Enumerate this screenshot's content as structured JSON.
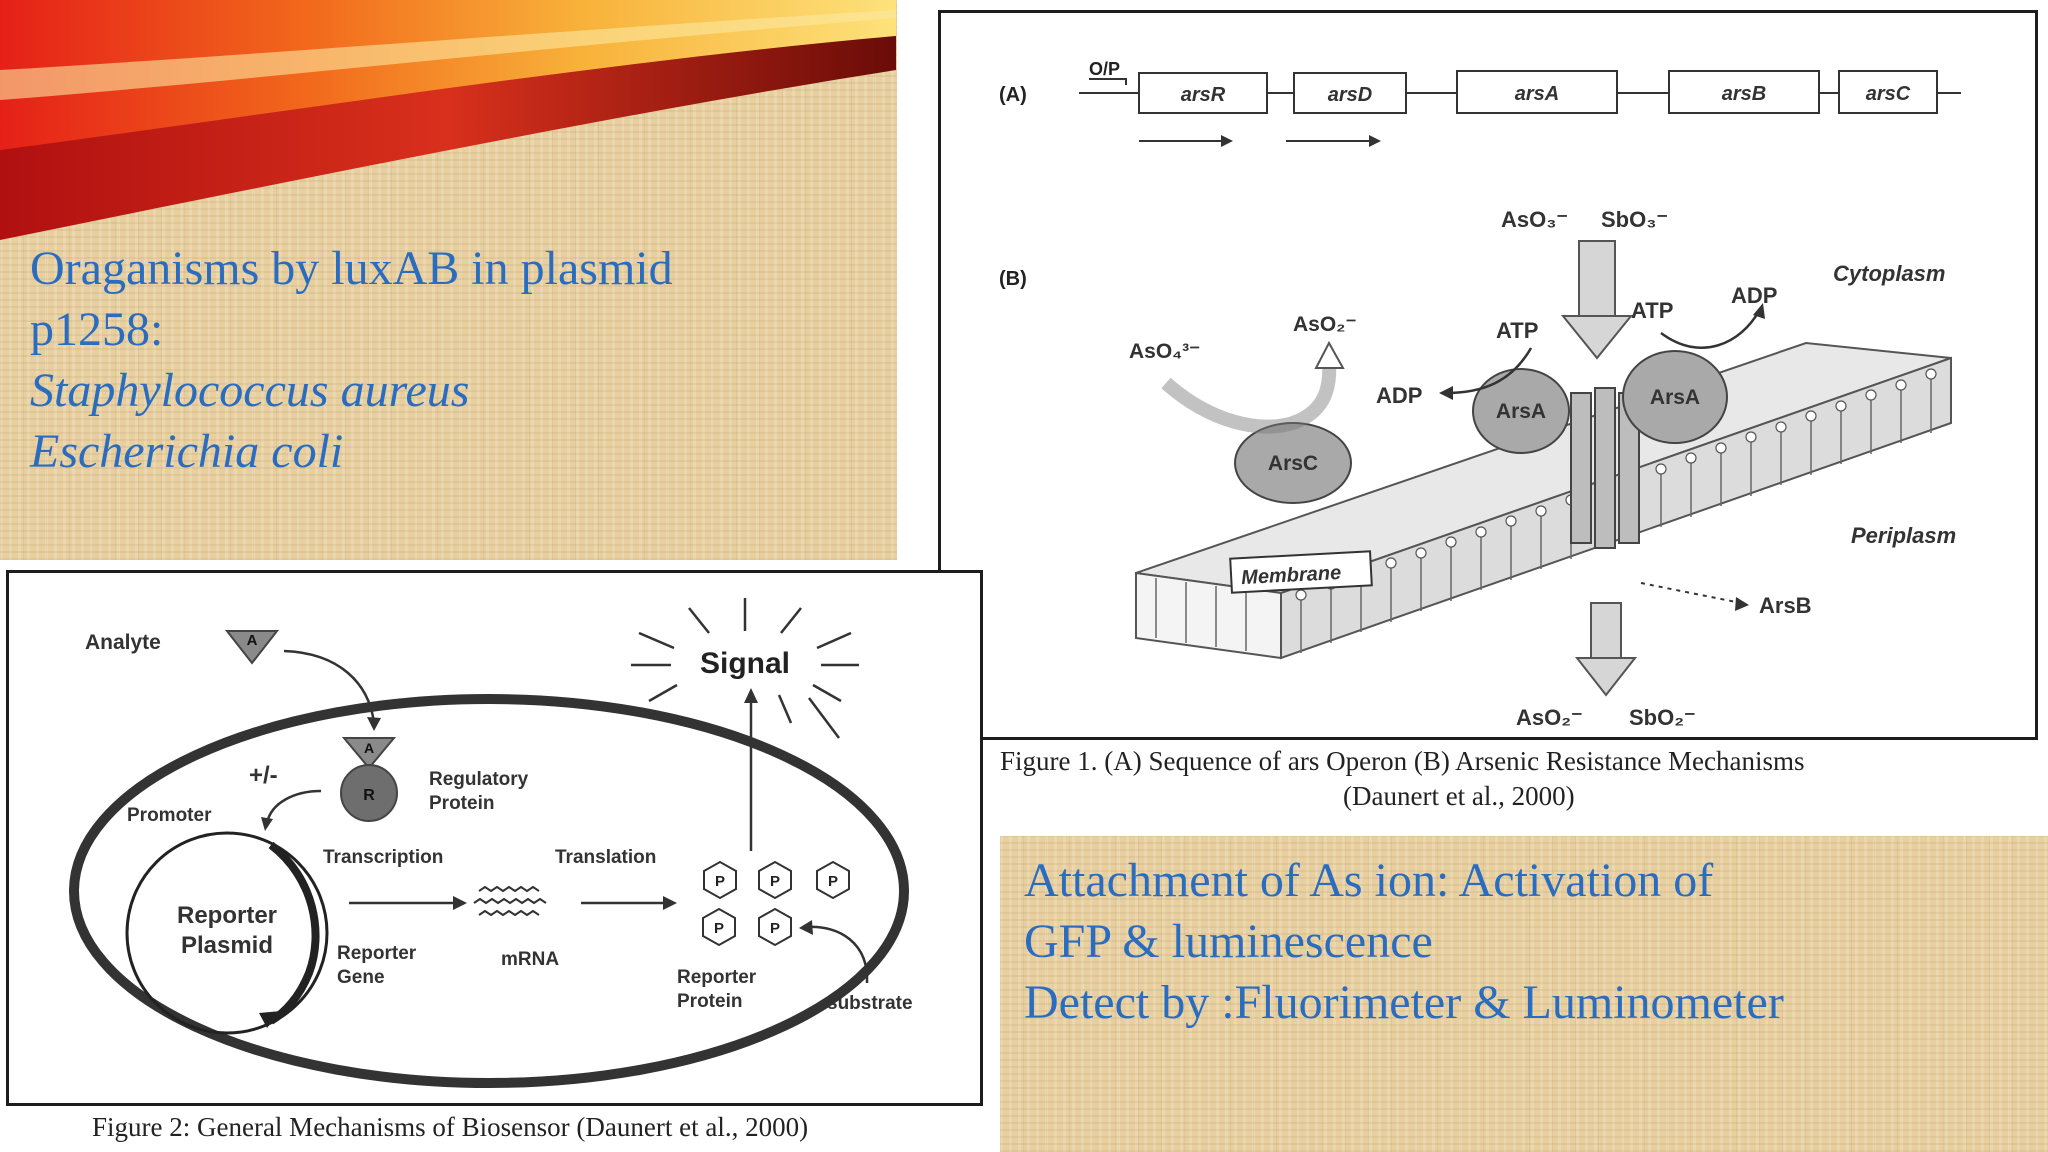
{
  "slide": {
    "left_text": {
      "line1": "Oraganisms by  luxAB  in plasmid",
      "line2": "p1258:",
      "line3": "Staphylococcus aureus",
      "line4": "Escherichia coli"
    },
    "right_text": {
      "line1": "Attachment of As ion: Activation of",
      "line2": "GFP & luminescence",
      "line3": "Detect by :Fluorimeter & Luminometer"
    },
    "colors": {
      "text_blue": "#2a6cbf",
      "burlap": "#e7cf9f"
    }
  },
  "figure1": {
    "caption_line1": "Figure 1. (A) Sequence of ars Operon (B) Arsenic Resistance Mechanisms",
    "caption_line2": "(Daunert et al., 2000)",
    "panel_a": {
      "label": "(A)",
      "op_label": "O/P",
      "genes": [
        "arsR",
        "arsD",
        "arsA",
        "arsB",
        "arsC"
      ]
    },
    "panel_b": {
      "label": "(B)",
      "top_in_1": "AsO₃⁻",
      "top_in_2": "SbO₃⁻",
      "aso4": "AsO₄³⁻",
      "aso2": "AsO₂⁻",
      "atp_left": "ATP",
      "atp_right": "ATP",
      "adp_left": "ADP",
      "adp_right": "ADP",
      "arsa_left": "ArsA",
      "arsa_right": "ArsA",
      "arsc": "ArsC",
      "membrane": "Membrane",
      "cytoplasm": "Cytoplasm",
      "periplasm": "Periplasm",
      "arsb": "ArsB",
      "bottom_out_1": "AsO₂⁻",
      "bottom_out_2": "SbO₂⁻"
    }
  },
  "figure2": {
    "caption": "Figure 2: General Mechanisms of Biosensor (Daunert et al., 2000)",
    "analyte": "Analyte",
    "a_mark": "A",
    "r_mark": "R",
    "signal": "Signal",
    "plus_minus": "+/-",
    "promoter": "Promoter",
    "regulatory_1": "Regulatory",
    "regulatory_2": "Protein",
    "transcription": "Transcription",
    "translation": "Translation",
    "reporter_plasmid_1": "Reporter",
    "reporter_plasmid_2": "Plasmid",
    "reporter_gene_1": "Reporter",
    "reporter_gene_2": "Gene",
    "mrna": "mRNA",
    "p_mark": "P",
    "reporter_protein_1": "Reporter",
    "reporter_protein_2": "Protein",
    "substrate": "substrate"
  }
}
